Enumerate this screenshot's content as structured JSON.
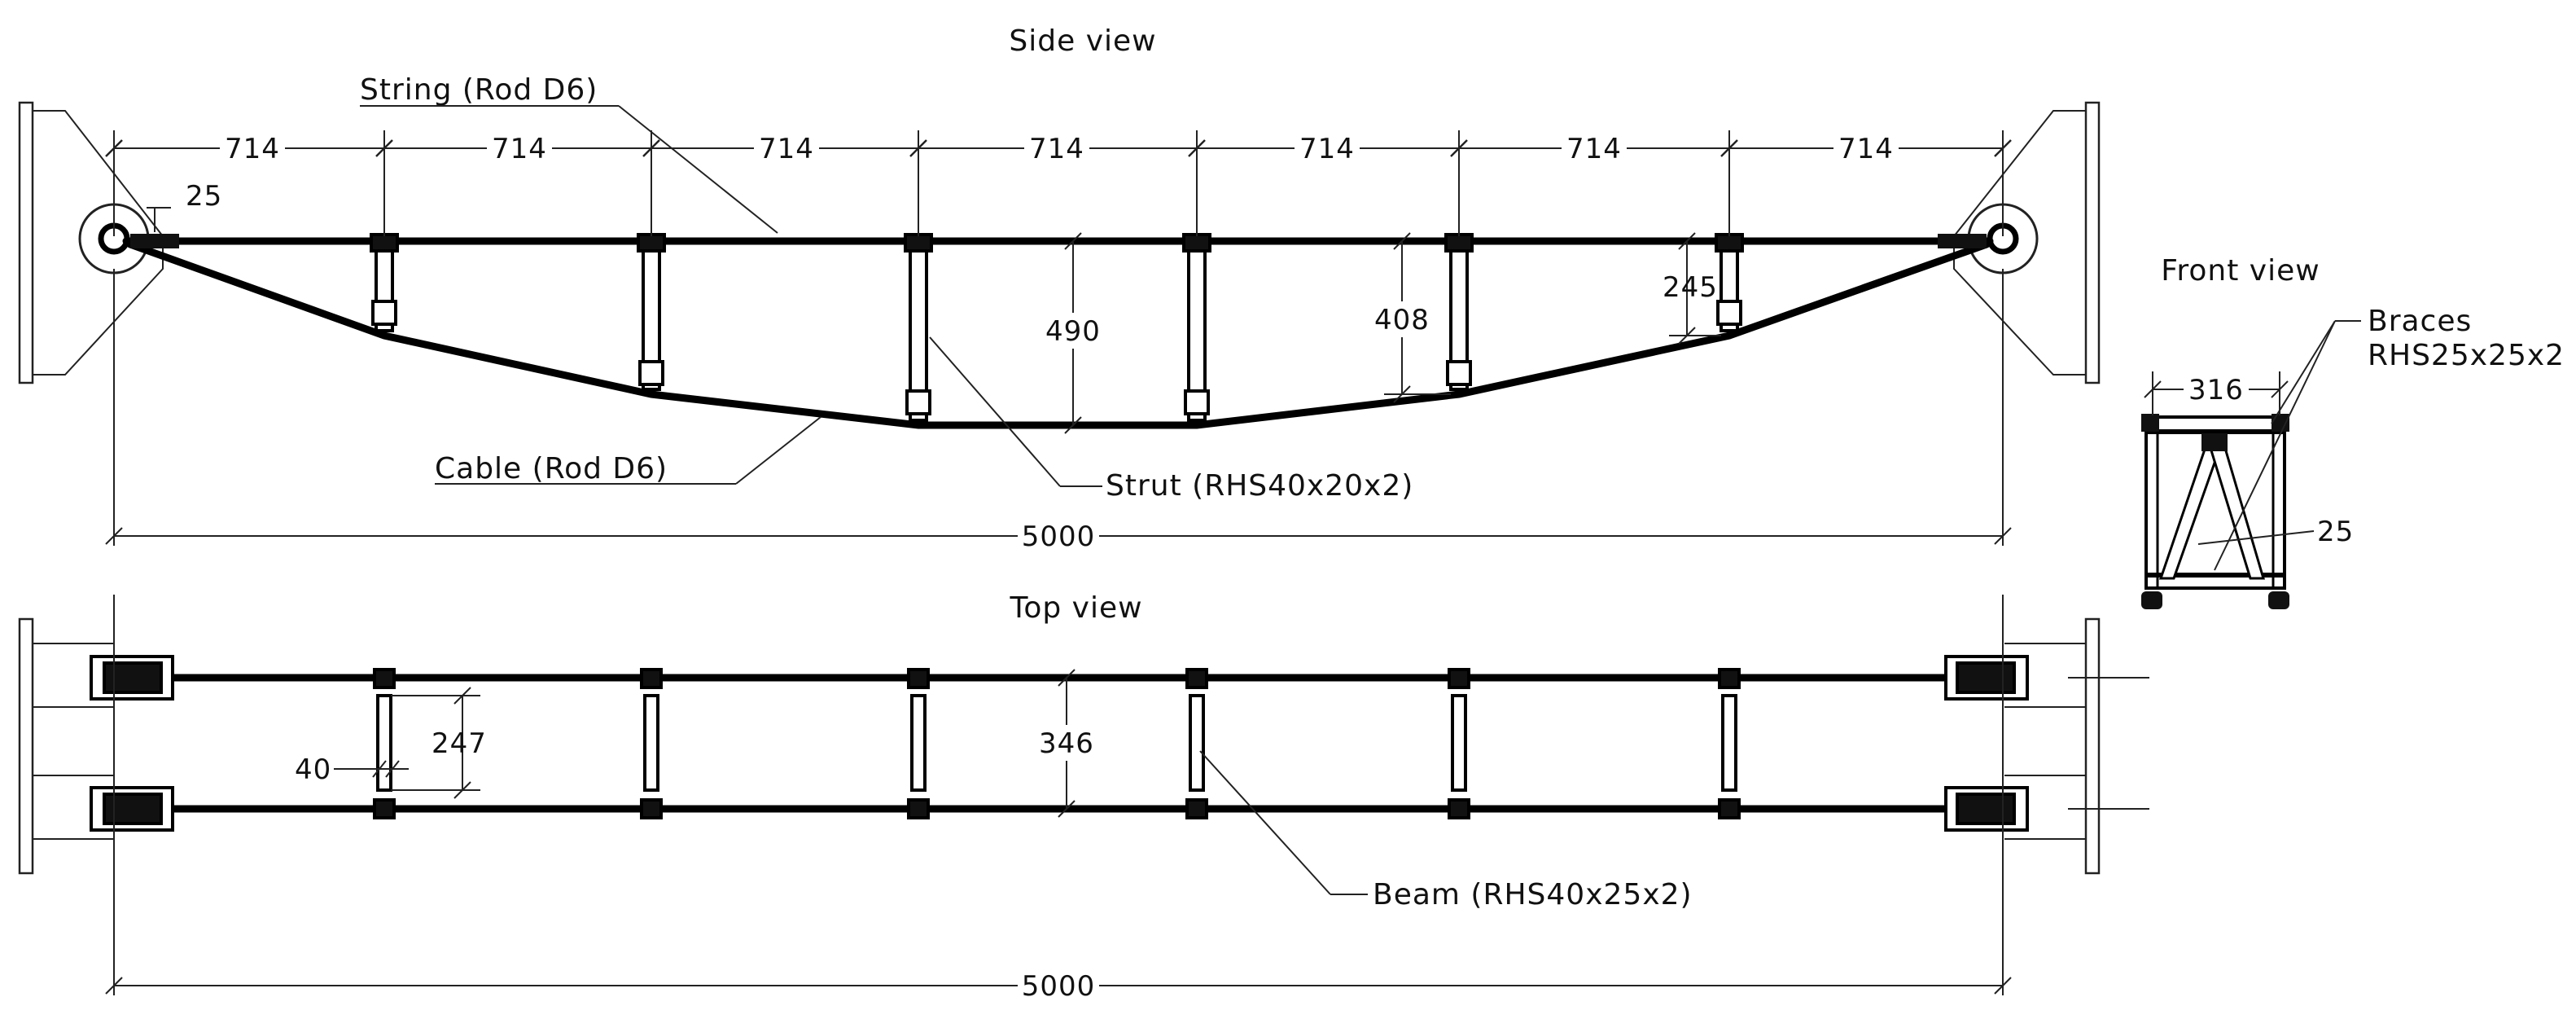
{
  "views": {
    "side": "Side view",
    "top": "Top view",
    "front": "Front view"
  },
  "labels": {
    "string": "String (Rod D6)",
    "cable": "Cable (Rod D6)",
    "strut": "Strut (RHS40x20x2)",
    "beam": "Beam (RHS40x25x2)",
    "braces_1": "Braces",
    "braces_2": "RHS25x25x2"
  },
  "dims": {
    "spacing": "714",
    "total": "5000",
    "d25": "25",
    "d490": "490",
    "d408": "408",
    "d245": "245",
    "d247": "247",
    "d40": "40",
    "d346": "346",
    "d316": "316",
    "d25_front": "25"
  }
}
